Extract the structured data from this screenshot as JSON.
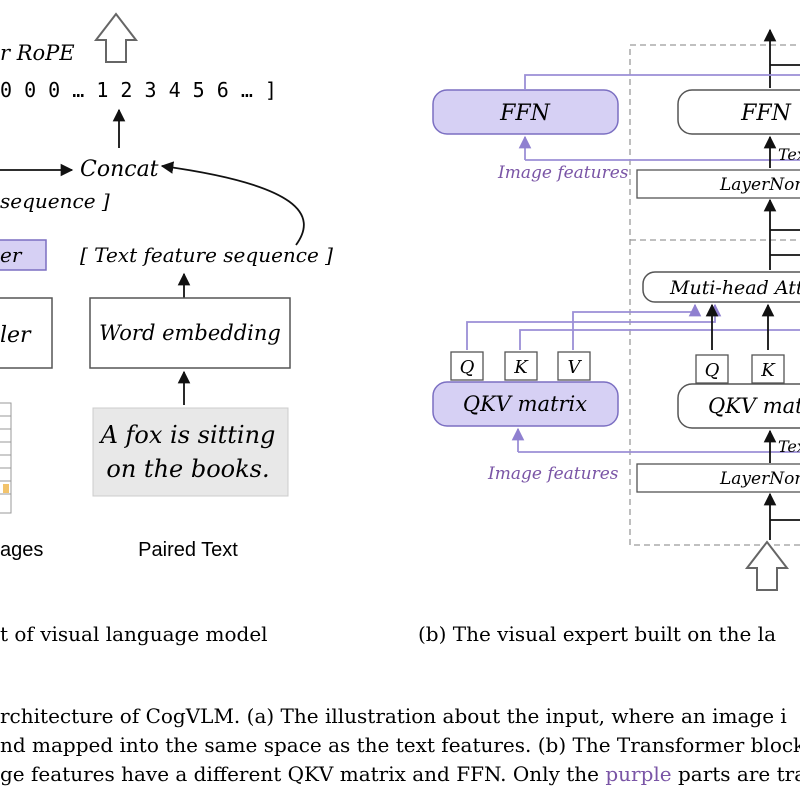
{
  "colors": {
    "purple_fill": "#d6d0f4",
    "purple_stroke": "#7b6fc2",
    "purple_line": "#9b8fd6",
    "purple_text": "#7a55a6",
    "box_stroke": "#555555",
    "dashed_border": "#9a9a9a",
    "text_box_fill": "#e8e8e8"
  },
  "left": {
    "rope_label": "r RoPE",
    "position_sequence": "0  0  0  …  1  2  3  4  5  6  …  ]",
    "concat_label": "Concat",
    "image_sequence_label": "sequence ]",
    "adapter_label": "er",
    "encoder_label": "ler",
    "text_sequence_label": "[ Text  feature sequence ]",
    "word_embedding_label": "Word embedding",
    "paired_text_line1": "A fox is sitting",
    "paired_text_line2": "on the books.",
    "images_caption": "ages",
    "paired_text_caption": "Paired Text",
    "subcaption": "t of visual language model"
  },
  "right": {
    "ffn_image_label": "FFN",
    "ffn_text_label": "FFN",
    "image_features_top": "Image features",
    "text_label_top": "Tex",
    "layernorm_top": "LayerNor",
    "multihead_label": "Muti-head Att",
    "q_label_img": "Q",
    "k_label_img": "K",
    "v_label_img": "V",
    "qkv_image_label": "QKV matrix",
    "q_label_txt": "Q",
    "k_label_txt": "K",
    "qkv_text_label": "QKV mat",
    "text_label_bottom": "Tex",
    "image_features_bottom": "Image features",
    "layernorm_bottom": "LayerNor",
    "subcaption": "(b) The visual expert built on the la"
  },
  "caption": {
    "line1_a": "rchitecture of CogVLM. (a) The illustration about the input, where an image i",
    "line2": "nd mapped into the same space as the text features. (b) The Transformer block",
    "line3_a": "ge features have a different QKV matrix and FFN. Only the ",
    "line3_purple": "purple",
    "line3_b": " parts are tra"
  }
}
